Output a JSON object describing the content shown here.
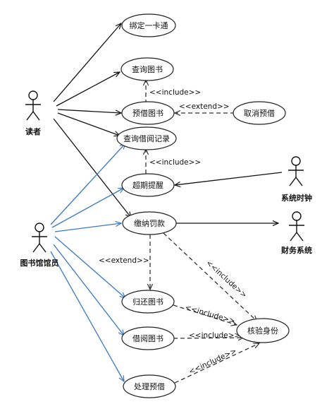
{
  "actors": {
    "reader": "读者",
    "librarian": "图书馆馆员",
    "system_clock": "系统时钟",
    "finance_system": "财务系统"
  },
  "use_cases": {
    "bind_card": "绑定一卡通",
    "query_book": "查询图书",
    "reserve_book": "预借图书",
    "cancel_reserve": "取消预借",
    "query_borrow_record": "查询借阅记录",
    "overdue_reminder": "超期提醒",
    "pay_fine": "缴纳罚款",
    "return_book": "归还图书",
    "borrow_book": "借阅图书",
    "verify_identity": "核验身份",
    "handle_reservation": "处理预借"
  },
  "relations": {
    "include_query": "<<include>>",
    "extend_cancel": "<<extend>>",
    "include_overdue": "<<include>>",
    "extend_return": "<<extend>>",
    "include_fine_verify": "<<include>>",
    "include_return_verify": "<<include>>",
    "include_borrow_verify": "<<include>>",
    "include_handle_verify": "<<include>>"
  },
  "colors": {
    "reader_assoc": "#111111",
    "librarian_assoc": "#3a78c4",
    "dependency": "#333333"
  }
}
